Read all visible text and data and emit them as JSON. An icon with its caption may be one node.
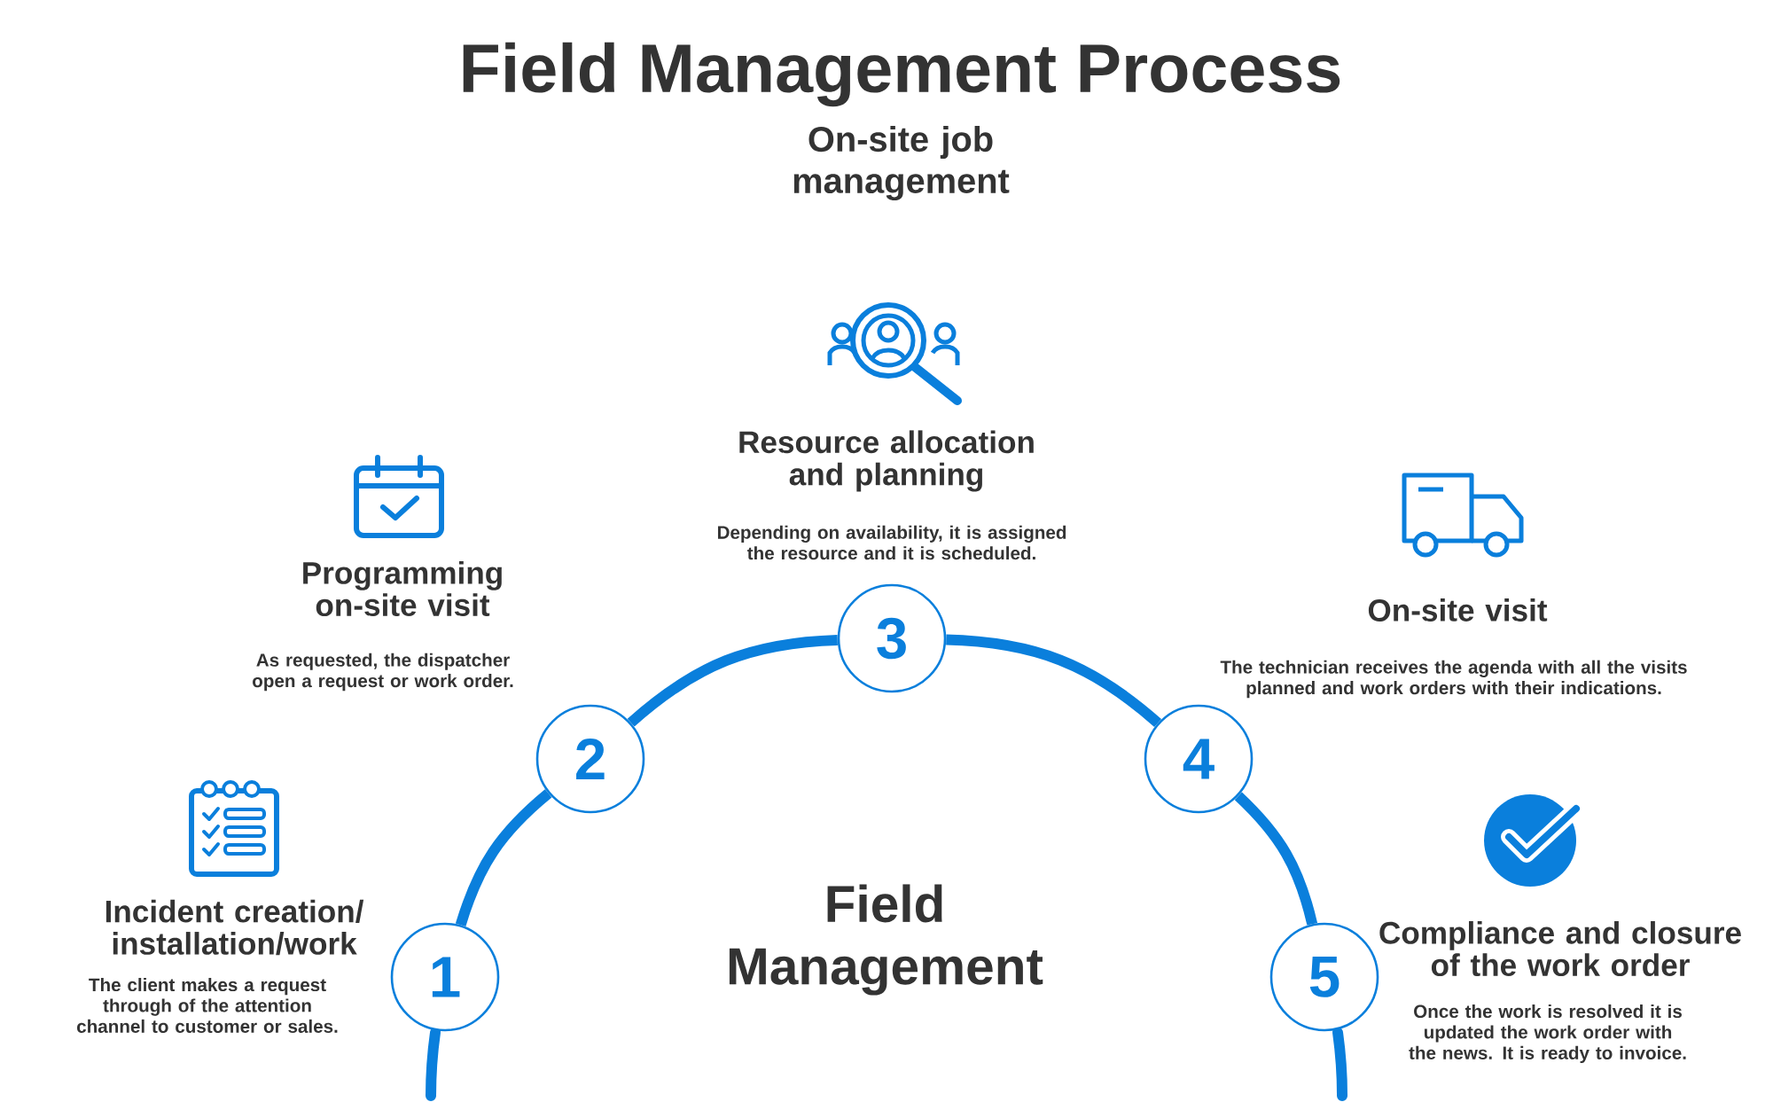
{
  "diagram": {
    "title": "Field Management Process",
    "nodes": [
      {
        "text": [
          "1"
        ],
        "beside": [
          "Incident creation/ installation/work",
          "The client makes a request through of the attention channel to customer or sales."
        ]
      },
      {
        "text": [
          "2"
        ],
        "beside": [
          "Programming on-site visit",
          "As requested, the dispatcher open a request or work order."
        ]
      },
      {
        "text": [
          "3"
        ],
        "beside": [
          "Resource allocation and planning",
          "Depending on availability, it is assigned the resource and it is scheduled."
        ]
      },
      {
        "text": [
          "4"
        ],
        "beside": [
          "On-site visit",
          "The technician receives the agenda with all the visits planned and work orders with their indications."
        ]
      },
      {
        "text": [
          "5"
        ],
        "beside": [
          "Compliance and closure of the work order",
          "Once the work is resolved it is updated the work order with the news. It is ready to invoice."
        ]
      }
    ],
    "edges": [
      {
        "from": 0,
        "to": 1,
        "arrow": "none"
      },
      {
        "from": 1,
        "to": 2,
        "arrow": "none"
      },
      {
        "from": 2,
        "to": 3,
        "arrow": "none"
      },
      {
        "from": 3,
        "to": 4,
        "arrow": "none"
      }
    ],
    "labels": [
      "On-site job management",
      "Field Management"
    ]
  }
}
